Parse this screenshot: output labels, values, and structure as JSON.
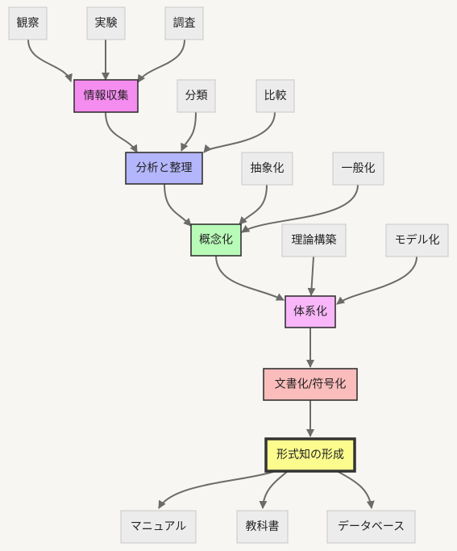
{
  "nodes": {
    "kansatsu": {
      "label": "観察",
      "fill": "#ececec",
      "stroke": "#c8c8c8"
    },
    "jikken": {
      "label": "実験",
      "fill": "#ececec",
      "stroke": "#c8c8c8"
    },
    "chousa": {
      "label": "調査",
      "fill": "#ececec",
      "stroke": "#c8c8c8"
    },
    "jouhou": {
      "label": "情報収集",
      "fill": "#f58cf0",
      "stroke": "#333333"
    },
    "bunrui": {
      "label": "分類",
      "fill": "#ececec",
      "stroke": "#c8c8c8"
    },
    "hikaku": {
      "label": "比較",
      "fill": "#ececec",
      "stroke": "#c8c8c8"
    },
    "bunseki": {
      "label": "分析と整理",
      "fill": "#b3b6fb",
      "stroke": "#333333"
    },
    "chushou": {
      "label": "抽象化",
      "fill": "#ececec",
      "stroke": "#c8c8c8"
    },
    "ippan": {
      "label": "一般化",
      "fill": "#ececec",
      "stroke": "#c8c8c8"
    },
    "gainen": {
      "label": "概念化",
      "fill": "#b8fbb8",
      "stroke": "#333333"
    },
    "riron": {
      "label": "理論構築",
      "fill": "#ececec",
      "stroke": "#c8c8c8"
    },
    "model": {
      "label": "モデル化",
      "fill": "#ececec",
      "stroke": "#c8c8c8"
    },
    "taikei": {
      "label": "体系化",
      "fill": "#f9b6f9",
      "stroke": "#333333"
    },
    "bunsho": {
      "label": "文書化/符号化",
      "fill": "#fbbcbc",
      "stroke": "#333333"
    },
    "keishiki": {
      "label": "形式知の形成",
      "fill": "#fbfb8e",
      "stroke": "#333333"
    },
    "manual": {
      "label": "マニュアル",
      "fill": "#ececec",
      "stroke": "#c8c8c8"
    },
    "kyoukasho": {
      "label": "教科書",
      "fill": "#ececec",
      "stroke": "#c8c8c8"
    },
    "database": {
      "label": "データベース",
      "fill": "#ececec",
      "stroke": "#c8c8c8"
    }
  },
  "edges": [
    {
      "from": "kansatsu",
      "to": "jouhou"
    },
    {
      "from": "jikken",
      "to": "jouhou"
    },
    {
      "from": "chousa",
      "to": "jouhou"
    },
    {
      "from": "jouhou",
      "to": "bunseki"
    },
    {
      "from": "bunrui",
      "to": "bunseki"
    },
    {
      "from": "hikaku",
      "to": "bunseki"
    },
    {
      "from": "bunseki",
      "to": "gainen"
    },
    {
      "from": "chushou",
      "to": "gainen"
    },
    {
      "from": "ippan",
      "to": "gainen"
    },
    {
      "from": "gainen",
      "to": "taikei"
    },
    {
      "from": "riron",
      "to": "taikei"
    },
    {
      "from": "model",
      "to": "taikei"
    },
    {
      "from": "taikei",
      "to": "bunsho"
    },
    {
      "from": "bunsho",
      "to": "keishiki"
    },
    {
      "from": "keishiki",
      "to": "manual"
    },
    {
      "from": "keishiki",
      "to": "kyoukasho"
    },
    {
      "from": "keishiki",
      "to": "database"
    }
  ],
  "colors": {
    "background": "#f7f6f3",
    "edge": "#6b6b6b"
  }
}
